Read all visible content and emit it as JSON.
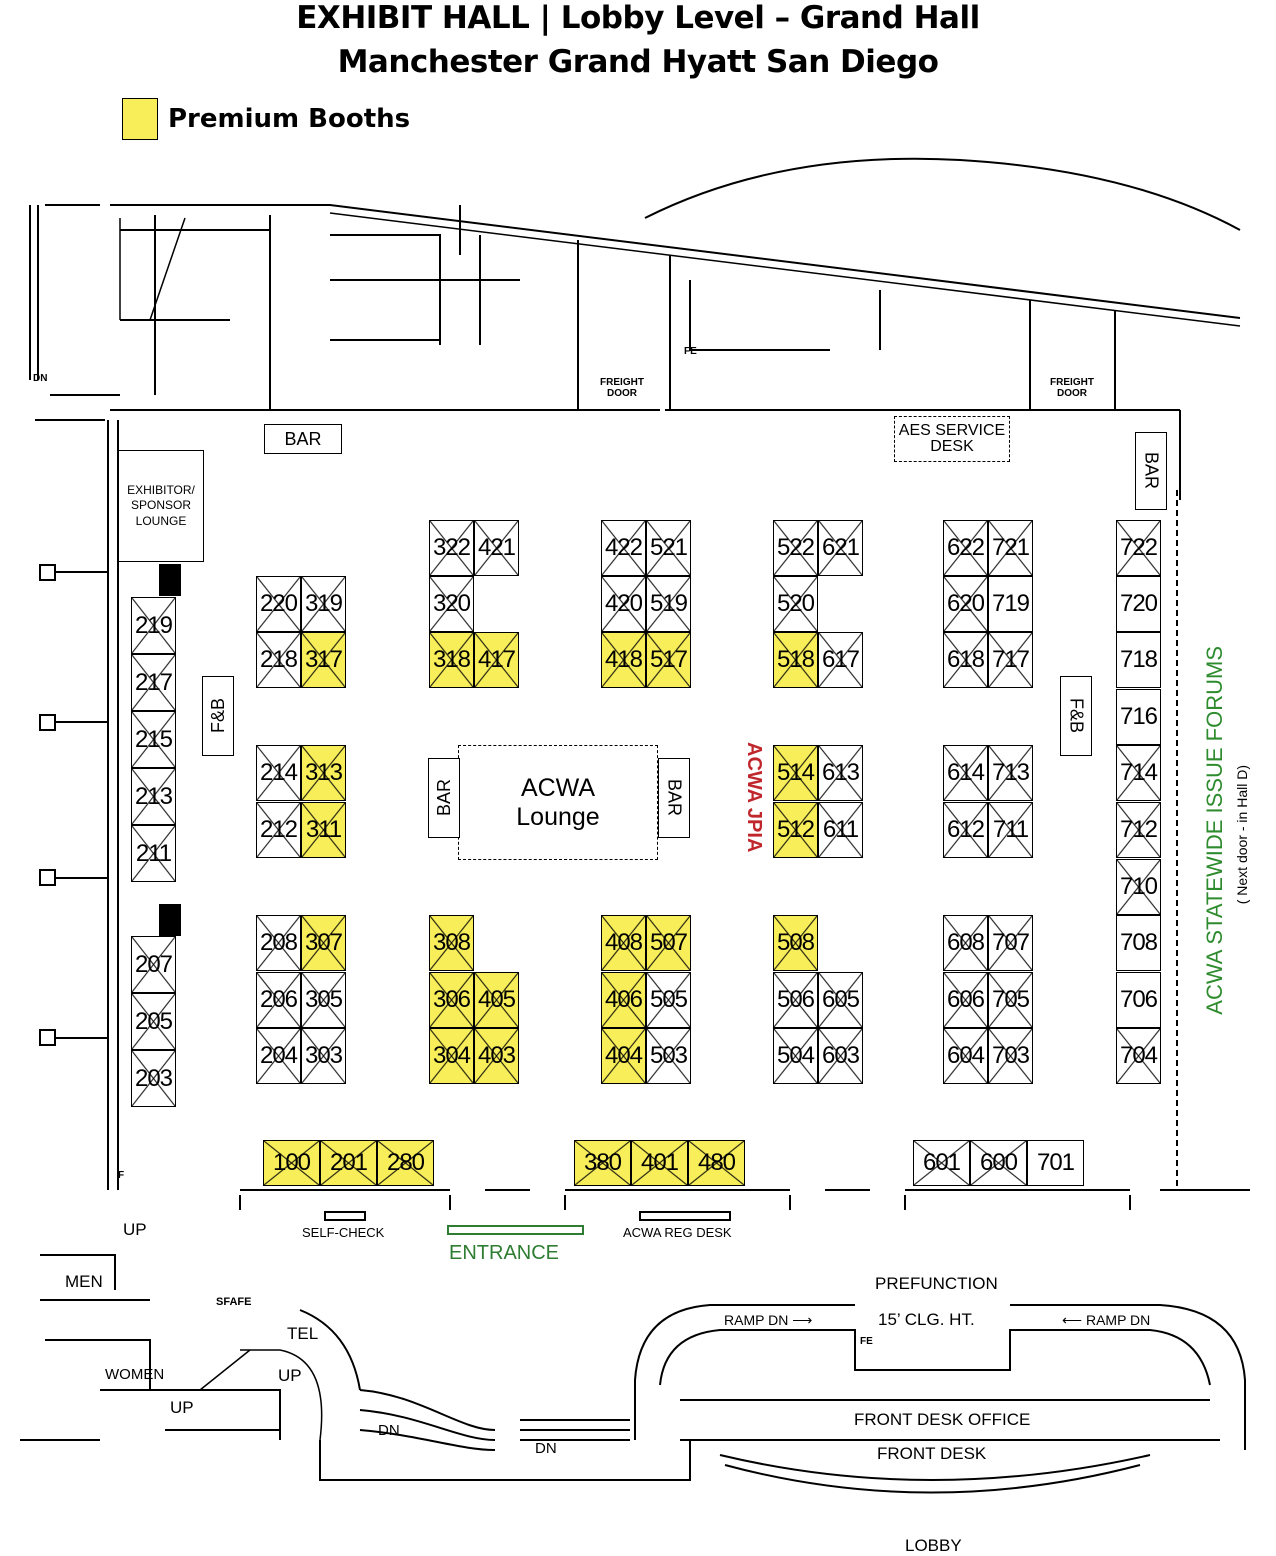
{
  "header": {
    "title_line1": "EXHIBIT HALL   |  Lobby Level – Grand Hall",
    "title_line2": "Manchester Grand Hyatt San Diego"
  },
  "legend": {
    "label": "Premium Booths",
    "color": "#f7ee5a"
  },
  "colors": {
    "premium": "#f7ee5a",
    "jpia": "#c0272d",
    "forums": "#2e8b2e",
    "entrance": "#2e7d32"
  },
  "booths": [
    {
      "id": "322",
      "premium": false,
      "sold": true
    },
    {
      "id": "421",
      "premium": false,
      "sold": true
    },
    {
      "id": "422",
      "premium": false,
      "sold": true
    },
    {
      "id": "521",
      "premium": false,
      "sold": true
    },
    {
      "id": "522",
      "premium": false,
      "sold": true
    },
    {
      "id": "621",
      "premium": false,
      "sold": true
    },
    {
      "id": "622",
      "premium": false,
      "sold": true
    },
    {
      "id": "721",
      "premium": false,
      "sold": true
    },
    {
      "id": "722",
      "premium": false,
      "sold": true
    },
    {
      "id": "220",
      "premium": false,
      "sold": true
    },
    {
      "id": "319",
      "premium": false,
      "sold": true
    },
    {
      "id": "320",
      "premium": false,
      "sold": true
    },
    {
      "id": "420",
      "premium": false,
      "sold": true
    },
    {
      "id": "519",
      "premium": false,
      "sold": true
    },
    {
      "id": "520",
      "premium": false,
      "sold": true
    },
    {
      "id": "620",
      "premium": false,
      "sold": true
    },
    {
      "id": "719",
      "premium": false,
      "sold": false
    },
    {
      "id": "720",
      "premium": false,
      "sold": false
    },
    {
      "id": "218",
      "premium": false,
      "sold": true
    },
    {
      "id": "317",
      "premium": true,
      "sold": true
    },
    {
      "id": "318",
      "premium": true,
      "sold": true
    },
    {
      "id": "417",
      "premium": true,
      "sold": true
    },
    {
      "id": "418",
      "premium": true,
      "sold": true
    },
    {
      "id": "517",
      "premium": true,
      "sold": true
    },
    {
      "id": "518",
      "premium": true,
      "sold": true
    },
    {
      "id": "617",
      "premium": false,
      "sold": true
    },
    {
      "id": "618",
      "premium": false,
      "sold": true
    },
    {
      "id": "717",
      "premium": false,
      "sold": true
    },
    {
      "id": "718",
      "premium": false,
      "sold": false
    },
    {
      "id": "716",
      "premium": false,
      "sold": false
    },
    {
      "id": "214",
      "premium": false,
      "sold": true
    },
    {
      "id": "313",
      "premium": true,
      "sold": true
    },
    {
      "id": "514",
      "premium": true,
      "sold": true
    },
    {
      "id": "613",
      "premium": false,
      "sold": true
    },
    {
      "id": "614",
      "premium": false,
      "sold": true
    },
    {
      "id": "713",
      "premium": false,
      "sold": true
    },
    {
      "id": "714",
      "premium": false,
      "sold": true
    },
    {
      "id": "212",
      "premium": false,
      "sold": true
    },
    {
      "id": "311",
      "premium": true,
      "sold": true
    },
    {
      "id": "512",
      "premium": true,
      "sold": true
    },
    {
      "id": "611",
      "premium": false,
      "sold": true
    },
    {
      "id": "612",
      "premium": false,
      "sold": true
    },
    {
      "id": "711",
      "premium": false,
      "sold": true
    },
    {
      "id": "712",
      "premium": false,
      "sold": true
    },
    {
      "id": "710",
      "premium": false,
      "sold": true
    },
    {
      "id": "208",
      "premium": false,
      "sold": true
    },
    {
      "id": "307",
      "premium": true,
      "sold": true
    },
    {
      "id": "308",
      "premium": true,
      "sold": true
    },
    {
      "id": "408",
      "premium": true,
      "sold": true
    },
    {
      "id": "507",
      "premium": true,
      "sold": true
    },
    {
      "id": "508",
      "premium": true,
      "sold": true
    },
    {
      "id": "608",
      "premium": false,
      "sold": true
    },
    {
      "id": "707",
      "premium": false,
      "sold": true
    },
    {
      "id": "708",
      "premium": false,
      "sold": false
    },
    {
      "id": "206",
      "premium": false,
      "sold": true
    },
    {
      "id": "305",
      "premium": false,
      "sold": true
    },
    {
      "id": "306",
      "premium": true,
      "sold": true
    },
    {
      "id": "405",
      "premium": true,
      "sold": true
    },
    {
      "id": "406",
      "premium": true,
      "sold": true
    },
    {
      "id": "505",
      "premium": false,
      "sold": true
    },
    {
      "id": "506",
      "premium": false,
      "sold": true
    },
    {
      "id": "605",
      "premium": false,
      "sold": true
    },
    {
      "id": "606",
      "premium": false,
      "sold": true
    },
    {
      "id": "705",
      "premium": false,
      "sold": true
    },
    {
      "id": "706",
      "premium": false,
      "sold": false
    },
    {
      "id": "204",
      "premium": false,
      "sold": true
    },
    {
      "id": "303",
      "premium": false,
      "sold": true
    },
    {
      "id": "304",
      "premium": true,
      "sold": true
    },
    {
      "id": "403",
      "premium": true,
      "sold": true
    },
    {
      "id": "404",
      "premium": true,
      "sold": true
    },
    {
      "id": "503",
      "premium": false,
      "sold": true
    },
    {
      "id": "504",
      "premium": false,
      "sold": true
    },
    {
      "id": "603",
      "premium": false,
      "sold": true
    },
    {
      "id": "604",
      "premium": false,
      "sold": true
    },
    {
      "id": "703",
      "premium": false,
      "sold": true
    },
    {
      "id": "704",
      "premium": false,
      "sold": true
    },
    {
      "id": "219",
      "premium": false,
      "sold": true
    },
    {
      "id": "217",
      "premium": false,
      "sold": true
    },
    {
      "id": "215",
      "premium": false,
      "sold": true
    },
    {
      "id": "213",
      "premium": false,
      "sold": true
    },
    {
      "id": "211",
      "premium": false,
      "sold": true
    },
    {
      "id": "207",
      "premium": false,
      "sold": true
    },
    {
      "id": "205",
      "premium": false,
      "sold": true
    },
    {
      "id": "203",
      "premium": false,
      "sold": true
    },
    {
      "id": "100",
      "premium": true,
      "sold": true
    },
    {
      "id": "201",
      "premium": true,
      "sold": true
    },
    {
      "id": "280",
      "premium": true,
      "sold": true
    },
    {
      "id": "380",
      "premium": true,
      "sold": true
    },
    {
      "id": "401",
      "premium": true,
      "sold": true
    },
    {
      "id": "480",
      "premium": true,
      "sold": true
    },
    {
      "id": "601",
      "premium": false,
      "sold": true
    },
    {
      "id": "600",
      "premium": false,
      "sold": true
    },
    {
      "id": "701",
      "premium": false,
      "sold": false
    }
  ],
  "labels": {
    "bar": "BAR",
    "fnb": "F&B",
    "lounge_line1": "ACWA",
    "lounge_line2": "Lounge",
    "jpia": "ACWA JPIA",
    "forums": "ACWA STATEWIDE ISSUE FORUMS",
    "forums_note": "( Next door - in Hall D)",
    "exhibitor_lounge": "EXHIBITOR/ SPONSOR LOUNGE",
    "aes_desk": "AES  SERVICE DESK",
    "freight_door": "FREIGHT DOOR",
    "fe": "FE",
    "dn": "DN",
    "up": "UP",
    "f": "F",
    "self_check": "SELF-CHECK",
    "entrance": "ENTRANCE",
    "reg_desk": "ACWA REG DESK",
    "men": "MEN",
    "women": "WOMEN",
    "sfa": "SFA",
    "tel": "TEL",
    "prefunction": "PREFUNCTION",
    "ceiling": "15’ CLG. HT.",
    "ramp_right": "RAMP DN ⟶",
    "ramp_left": "⟵ RAMP DN",
    "front_desk_office": "FRONT DESK OFFICE",
    "front_desk": "FRONT DESK",
    "lobby": "LOBBY"
  }
}
